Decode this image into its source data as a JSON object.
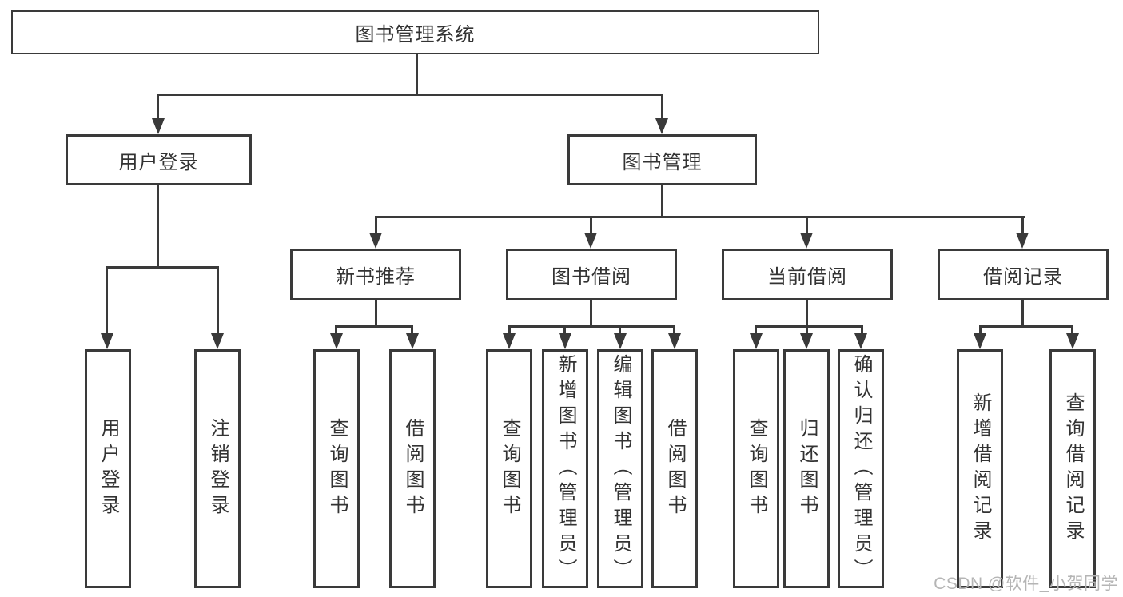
{
  "tree": {
    "root": {
      "label": "图书管理系统"
    },
    "level2": [
      {
        "label": "用户登录"
      },
      {
        "label": "图书管理"
      }
    ],
    "level3": [
      {
        "label": "新书推荐"
      },
      {
        "label": "图书借阅"
      },
      {
        "label": "当前借阅"
      },
      {
        "label": "借阅记录"
      }
    ],
    "leaves": [
      {
        "parent": "用户登录",
        "label": "用户登录"
      },
      {
        "parent": "用户登录",
        "label": "注销登录"
      },
      {
        "parent": "新书推荐",
        "label": "查询图书"
      },
      {
        "parent": "新书推荐",
        "label": "借阅图书"
      },
      {
        "parent": "图书借阅",
        "label": "查询图书"
      },
      {
        "parent": "图书借阅",
        "label": "新增图书（管理员）"
      },
      {
        "parent": "图书借阅",
        "label": "编辑图书（管理员）"
      },
      {
        "parent": "图书借阅",
        "label": "借阅图书"
      },
      {
        "parent": "当前借阅",
        "label": "查询图书"
      },
      {
        "parent": "当前借阅",
        "label": "归还图书"
      },
      {
        "parent": "当前借阅",
        "label": "确认归还（管理员）"
      },
      {
        "parent": "借阅记录",
        "label": "新增借阅记录"
      },
      {
        "parent": "借阅记录",
        "label": "查询借阅记录"
      }
    ],
    "watermark": "CSDN @软件_小贺同学",
    "colors": {
      "line": "#3a3a3a",
      "text": "#333333",
      "watermark": "#b5b5b5",
      "background": "#ffffff"
    }
  }
}
